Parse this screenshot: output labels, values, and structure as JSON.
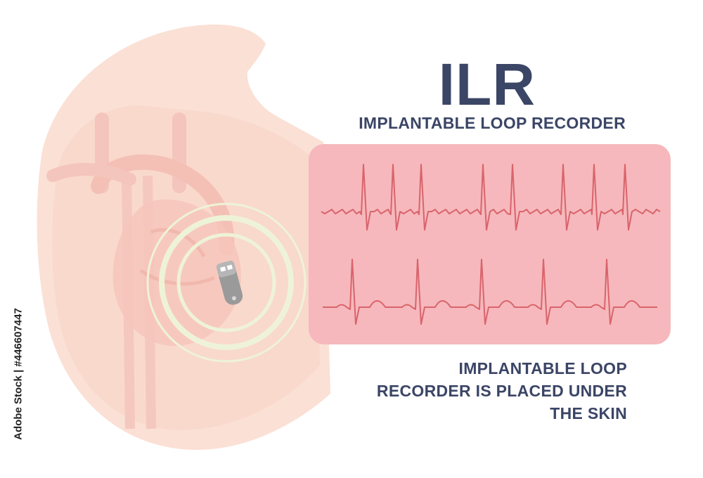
{
  "title": "ILR",
  "subtitle": "IMPLANTABLE LOOP RECORDER",
  "caption": {
    "line1": "IMPLANTABLE LOOP",
    "line2": "RECORDER IS PLACED UNDER",
    "line3": "THE SKIN"
  },
  "stock_id": "Adobe Stock | #446607447",
  "colors": {
    "text": "#3b4566",
    "skin": "#fbe0d5",
    "ecg_panel": "#f6b8bc",
    "ecg_trace": "#d9646c",
    "device": "#9a9a9a",
    "signal_rings": "#eef3d8"
  }
}
